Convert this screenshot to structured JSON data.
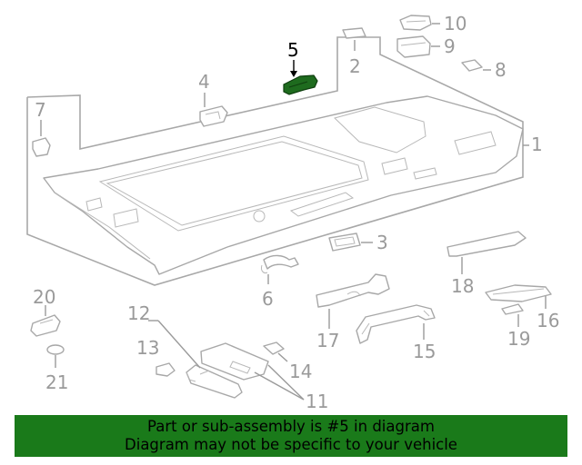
{
  "diagram": {
    "callouts": [
      {
        "id": "1",
        "label": "1"
      },
      {
        "id": "2",
        "label": "2"
      },
      {
        "id": "3",
        "label": "3"
      },
      {
        "id": "4",
        "label": "4"
      },
      {
        "id": "5",
        "label": "5",
        "highlighted": true
      },
      {
        "id": "6",
        "label": "6"
      },
      {
        "id": "7",
        "label": "7"
      },
      {
        "id": "8",
        "label": "8"
      },
      {
        "id": "9",
        "label": "9"
      },
      {
        "id": "10",
        "label": "10"
      },
      {
        "id": "11",
        "label": "11"
      },
      {
        "id": "12",
        "label": "12"
      },
      {
        "id": "13",
        "label": "13"
      },
      {
        "id": "14",
        "label": "14"
      },
      {
        "id": "15",
        "label": "15"
      },
      {
        "id": "16",
        "label": "16"
      },
      {
        "id": "17",
        "label": "17"
      },
      {
        "id": "18",
        "label": "18"
      },
      {
        "id": "19",
        "label": "19"
      },
      {
        "id": "20",
        "label": "20"
      },
      {
        "id": "21",
        "label": "21"
      }
    ],
    "highlight_color": "#1e6b1e",
    "line_color": "#a8a8a8"
  },
  "banner": {
    "line1": "Part or sub-assembly is #5 in diagram",
    "line2": "Diagram may not be specific to your vehicle",
    "background": "#1a7a1a"
  }
}
